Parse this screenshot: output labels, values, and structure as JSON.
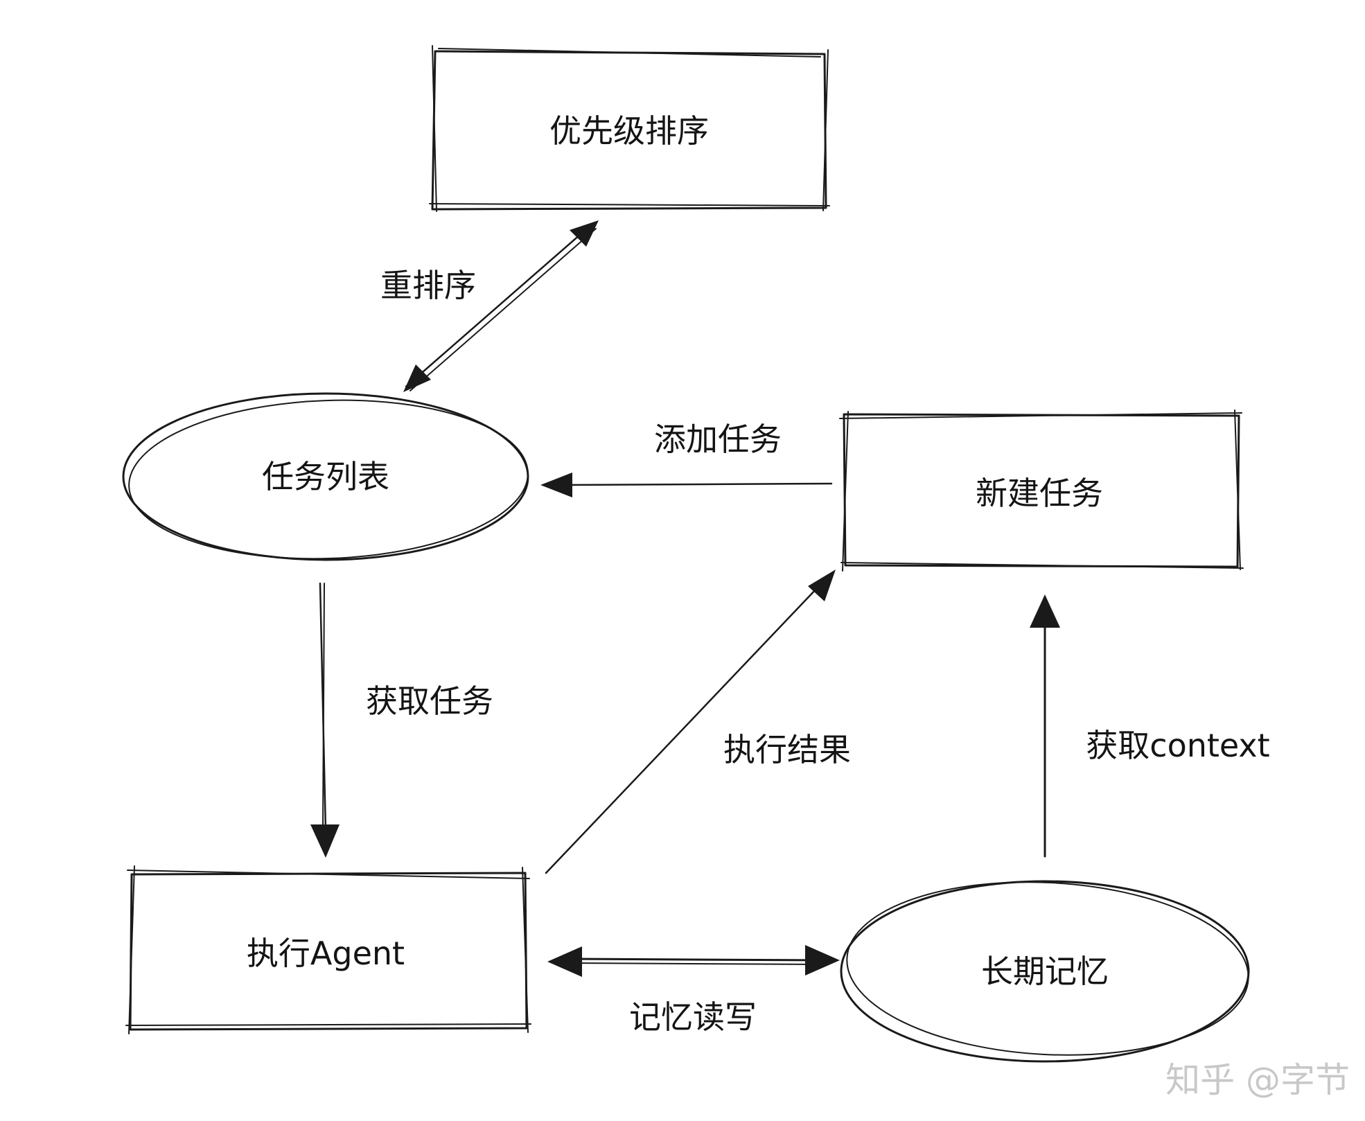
{
  "nodes": {
    "priority_sort": "优先级排序",
    "task_list": "任务列表",
    "new_task": "新建任务",
    "exec_agent": "执行Agent",
    "long_memory": "长期记忆"
  },
  "edges": {
    "reorder": "重排序",
    "add_task": "添加任务",
    "get_task": "获取任务",
    "exec_result": "执行结果",
    "get_context": "获取context",
    "memory_rw": "记忆读写"
  },
  "watermark": "知乎 @字节",
  "colors": {
    "ink": "#1a1a1a",
    "watermark": "#c8c8c8",
    "background": "#ffffff"
  }
}
